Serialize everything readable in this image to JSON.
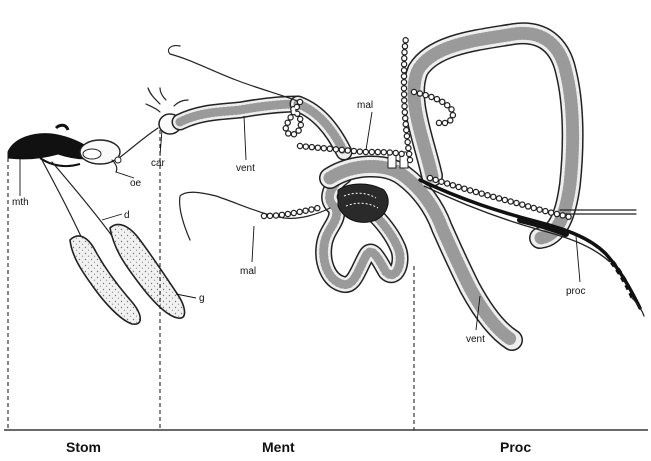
{
  "labels": {
    "mth": "mth",
    "oe": "oe",
    "car": "car",
    "vent_upper": "vent",
    "mal_upper": "mal",
    "d": "d",
    "mal_lower": "mal",
    "g": "g",
    "proc": "proc",
    "vent_lower": "vent"
  },
  "regions": {
    "stom": "Stom",
    "ment": "Ment",
    "proc": "Proc"
  }
}
